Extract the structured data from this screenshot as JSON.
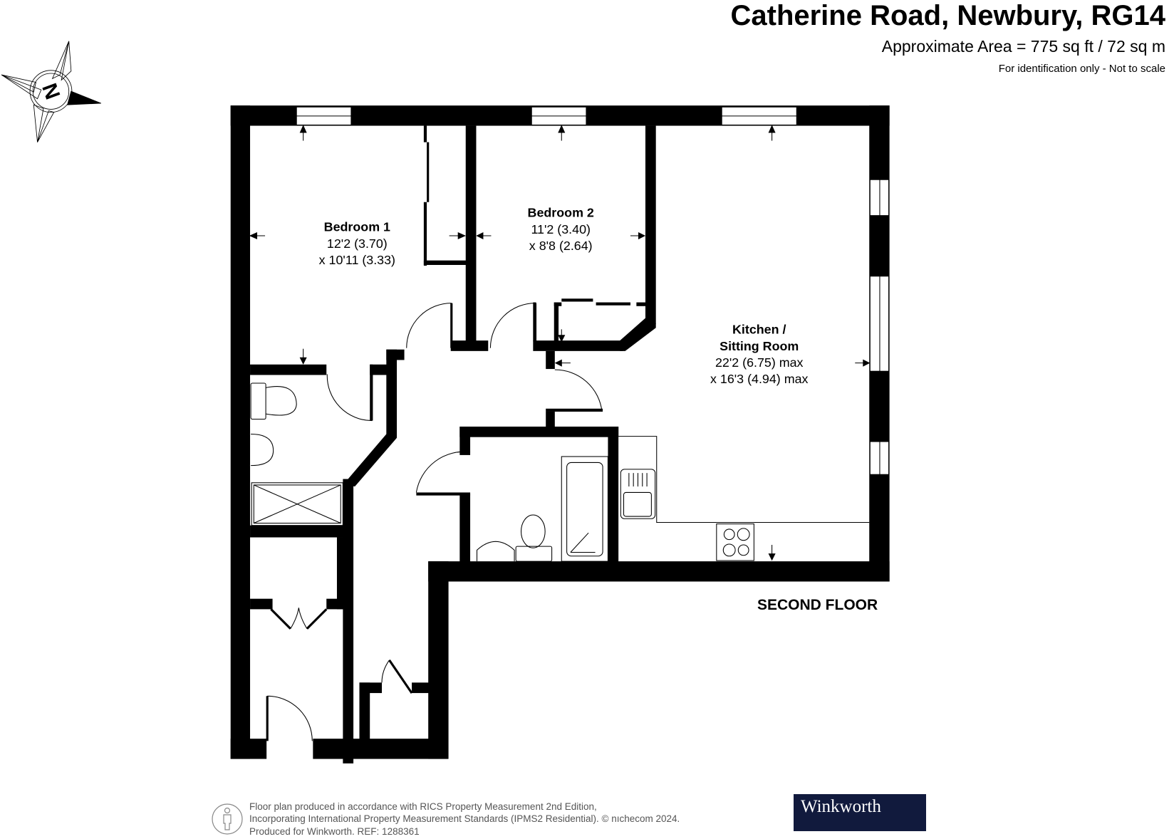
{
  "header": {
    "title": "Catherine Road, Newbury, RG14",
    "area": "Approximate Area = 775 sq ft / 72 sq m",
    "note": "For identification only - Not to scale"
  },
  "compass": {
    "label": "N",
    "icon": "north-compass-icon"
  },
  "floor": {
    "label": "SECOND FLOOR"
  },
  "rooms": [
    {
      "id": "bedroom-1",
      "name": "Bedroom 1",
      "dim1": "12'2 (3.70)",
      "dim2": "x 10'11 (3.33)"
    },
    {
      "id": "bedroom-2",
      "name": "Bedroom 2",
      "dim1": "11'2 (3.40)",
      "dim2": "x 8'8 (2.64)"
    },
    {
      "id": "kitchen-sitting-room",
      "name_line1": "Kitchen /",
      "name_line2": "Sitting Room",
      "dim1": "22'2 (6.75) max",
      "dim2": "x 16'3 (4.94) max"
    }
  ],
  "footer": {
    "line1": "Floor plan produced in accordance with RICS Property Measurement 2nd Edition,",
    "line2": "Incorporating International Property Measurement Standards (IPMS2 Residential).   © nıchecom 2024.",
    "line3": "Produced for Winkworth.   REF: 1288361",
    "icon": "person-measure-icon"
  },
  "logo": {
    "text": "Winkworth",
    "background": "#111a3d",
    "color": "#ffffff"
  },
  "colors": {
    "wall": "#000000",
    "background": "#ffffff",
    "footer_text": "#555555"
  }
}
